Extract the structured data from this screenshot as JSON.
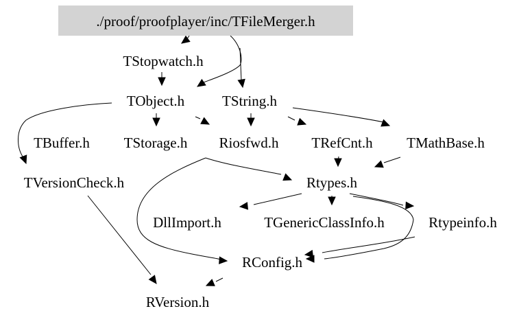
{
  "diagram": {
    "type": "include-dependency-graph",
    "root_fill": "#d3d3d3",
    "nodes": [
      {
        "id": "root",
        "label": "./proof/proofplayer/inc/TFileMerger.h",
        "root": true
      },
      {
        "id": "tstopwatch",
        "label": "TStopwatch.h"
      },
      {
        "id": "tobject",
        "label": "TObject.h"
      },
      {
        "id": "tstring",
        "label": "TString.h"
      },
      {
        "id": "tbuffer",
        "label": "TBuffer.h"
      },
      {
        "id": "tstorage",
        "label": "TStorage.h"
      },
      {
        "id": "riosfwd",
        "label": "Riosfwd.h"
      },
      {
        "id": "trefcnt",
        "label": "TRefCnt.h"
      },
      {
        "id": "tmathbase",
        "label": "TMathBase.h"
      },
      {
        "id": "tversioncheck",
        "label": "TVersionCheck.h"
      },
      {
        "id": "rtypes",
        "label": "Rtypes.h"
      },
      {
        "id": "dllimport",
        "label": "DllImport.h"
      },
      {
        "id": "tgenericclassinfo",
        "label": "TGenericClassInfo.h"
      },
      {
        "id": "rtypeinfo",
        "label": "Rtypeinfo.h"
      },
      {
        "id": "rconfig",
        "label": "RConfig.h"
      },
      {
        "id": "rversion",
        "label": "RVersion.h"
      }
    ],
    "edges": [
      {
        "from": "root",
        "to": "tstopwatch"
      },
      {
        "from": "root",
        "to": "tobject"
      },
      {
        "from": "root",
        "to": "tstring"
      },
      {
        "from": "tstopwatch",
        "to": "tobject"
      },
      {
        "from": "tobject",
        "to": "tversioncheck"
      },
      {
        "from": "tobject",
        "to": "tstorage"
      },
      {
        "from": "tobject",
        "to": "riosfwd"
      },
      {
        "from": "tobject",
        "to": "rtypes"
      },
      {
        "from": "tstring",
        "to": "riosfwd"
      },
      {
        "from": "tstring",
        "to": "trefcnt"
      },
      {
        "from": "tstring",
        "to": "tmathbase"
      },
      {
        "from": "tstring",
        "to": "tobject"
      },
      {
        "from": "trefcnt",
        "to": "rtypes"
      },
      {
        "from": "tmathbase",
        "to": "rtypes"
      },
      {
        "from": "riosfwd",
        "to": "rconfig"
      },
      {
        "from": "tversioncheck",
        "to": "rversion"
      },
      {
        "from": "rtypes",
        "to": "dllimport"
      },
      {
        "from": "rtypes",
        "to": "tgenericclassinfo"
      },
      {
        "from": "rtypes",
        "to": "rtypeinfo"
      },
      {
        "from": "rtypes",
        "to": "rconfig"
      },
      {
        "from": "rtypeinfo",
        "to": "rconfig"
      },
      {
        "from": "rconfig",
        "to": "rversion"
      }
    ]
  }
}
